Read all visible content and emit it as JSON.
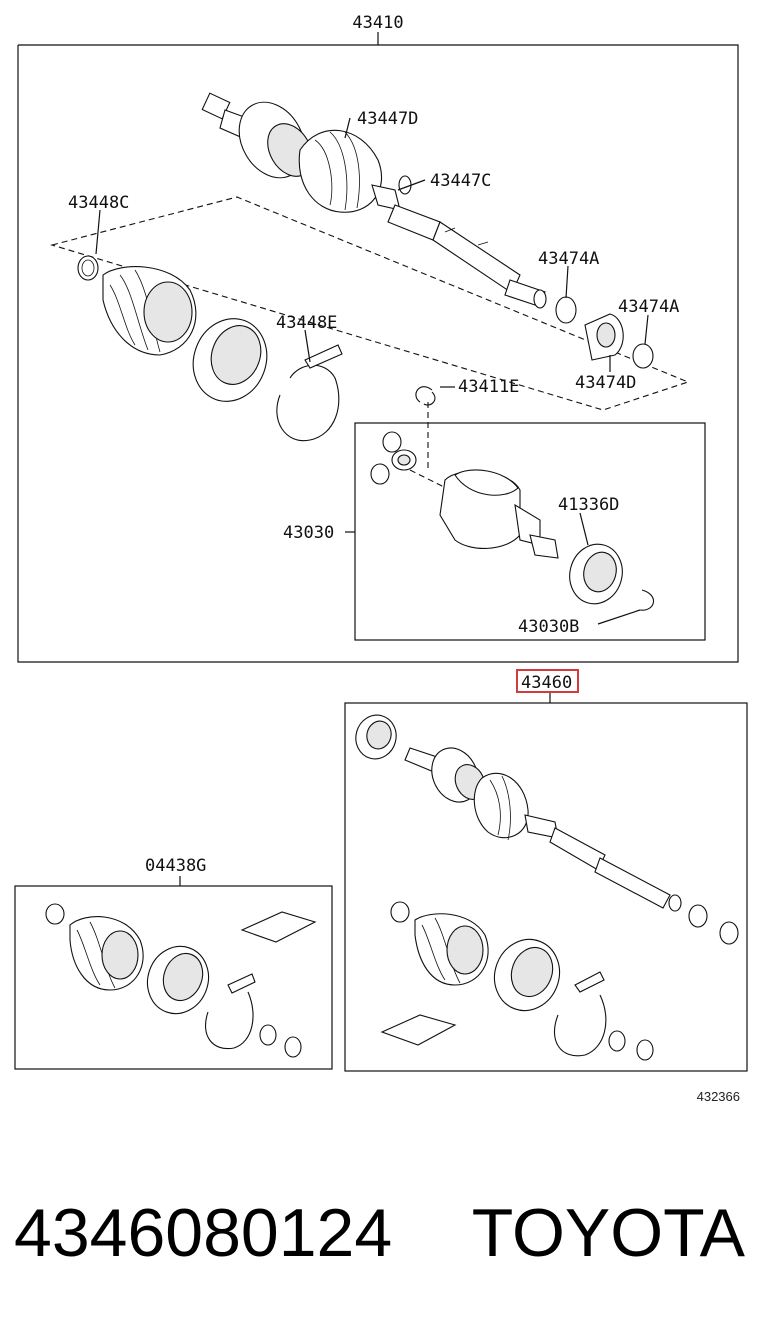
{
  "labels": {
    "assy": "43410",
    "boot_outer": "43447D",
    "boot_outer_clamp": "43447C",
    "clamp_left": "43448C",
    "boot_inner_band": "43448E",
    "ring_a1": "43474A",
    "ring_a2": "43474A",
    "damper": "43474D",
    "snap_ring": "43411E",
    "inner_joint": "43030",
    "oil_seal": "41336D",
    "snap_ring_b": "43030B",
    "assy_2": "43460",
    "boot_kit": "04438G"
  },
  "figure_id": "432366",
  "footer": {
    "part_number": "4346080124",
    "brand": "TOYOTA"
  },
  "colors": {
    "highlight": "#d23c3c",
    "line": "#111111"
  }
}
